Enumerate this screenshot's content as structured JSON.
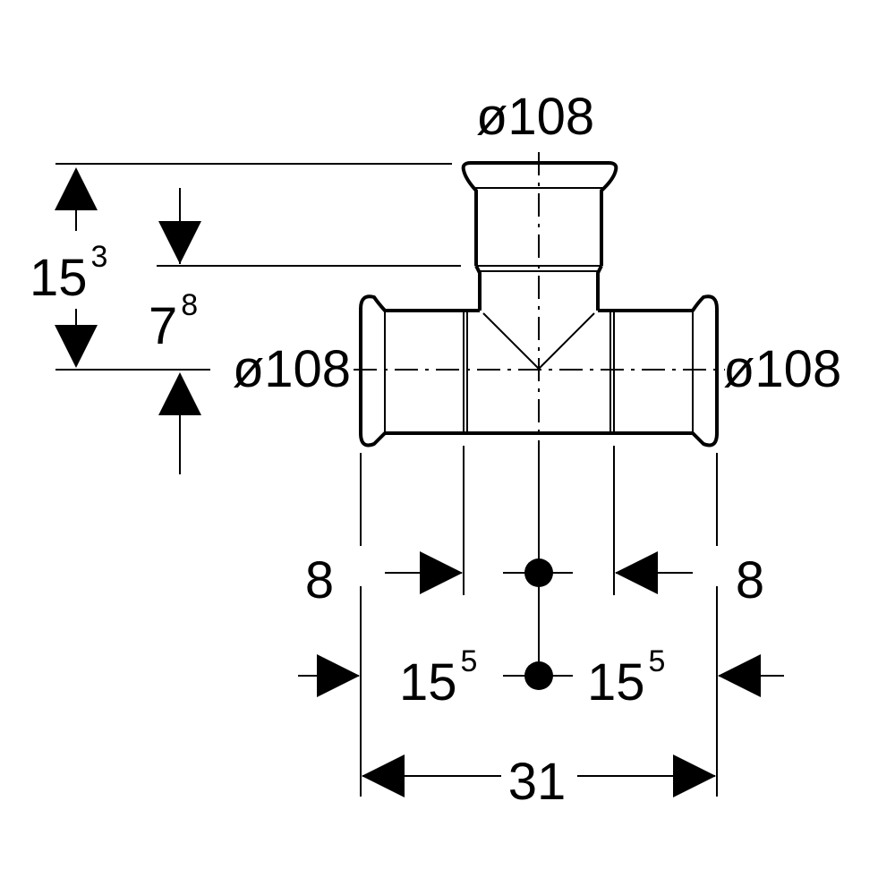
{
  "drawing": {
    "top_diameter": "ø108",
    "left_diameter": "ø108",
    "right_diameter": "ø108",
    "height_total": {
      "base": "15",
      "sup": "3"
    },
    "height_branch": {
      "base": "7",
      "sup": "8"
    },
    "left_insert": "8",
    "right_insert": "8",
    "left_half": {
      "base": "15",
      "sup": "5"
    },
    "right_half": {
      "base": "15",
      "sup": "5"
    },
    "total_length": "31"
  },
  "colors": {
    "line": "#000000",
    "background": "#ffffff"
  }
}
